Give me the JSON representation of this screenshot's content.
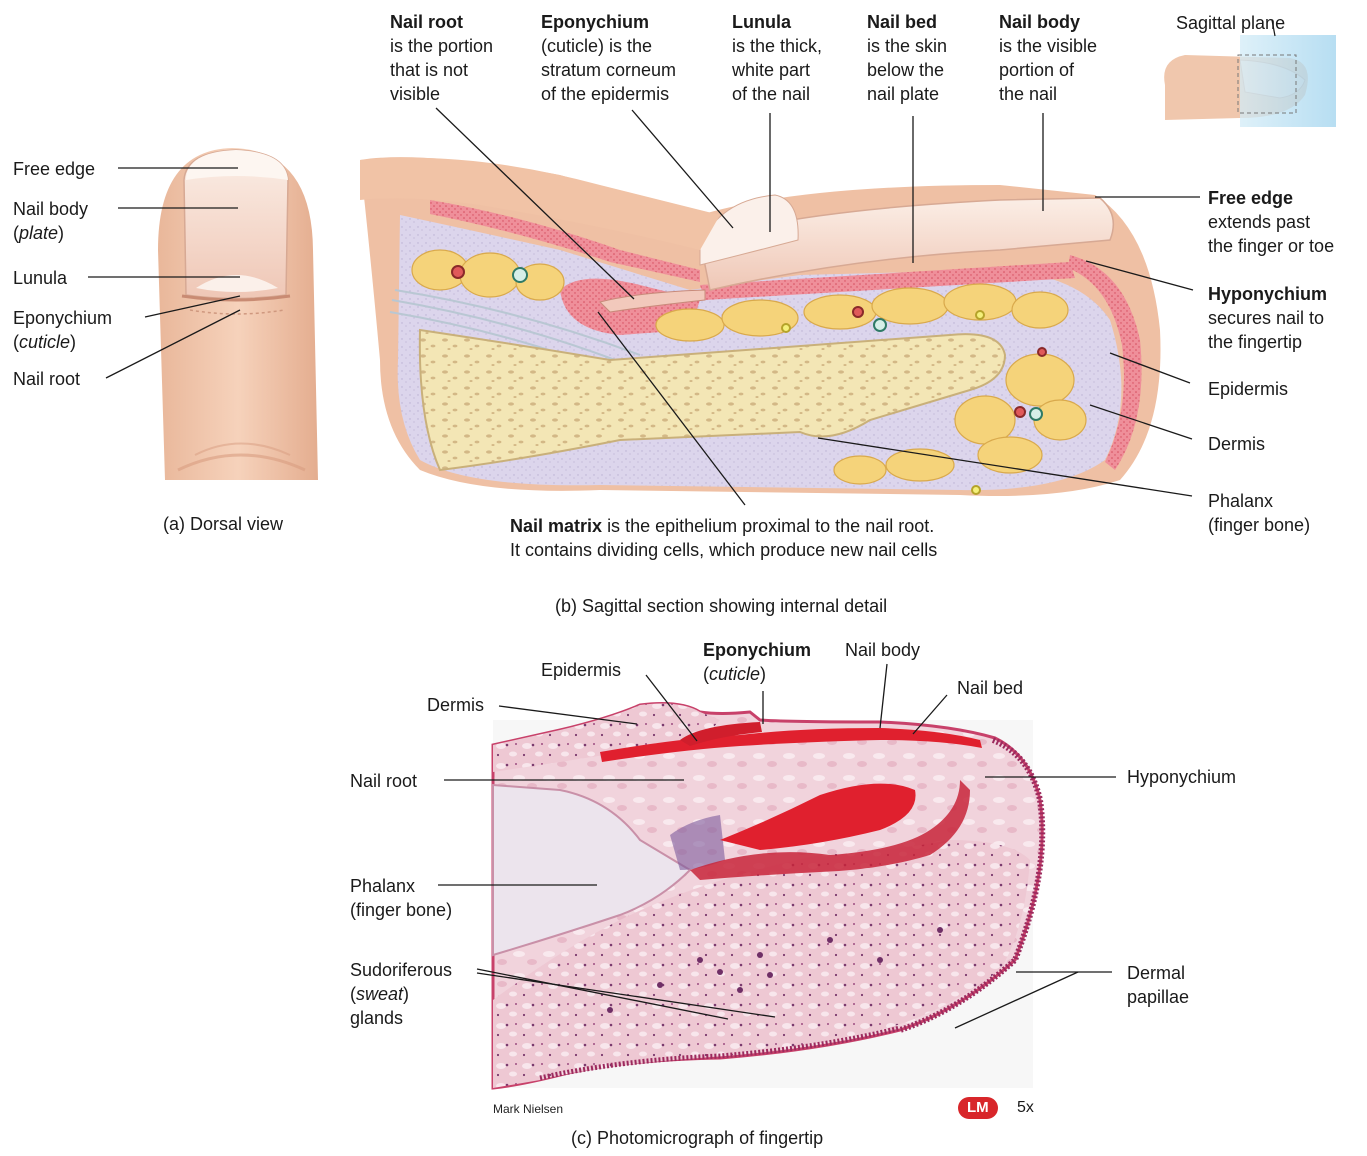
{
  "panel_a": {
    "labels": {
      "free_edge": "Free edge",
      "nail_body": "Nail body",
      "plate": "plate",
      "lunula": "Lunula",
      "eponychium": "Eponychium",
      "cuticle": "cuticle",
      "nail_root": "Nail root"
    },
    "caption": "(a) Dorsal view"
  },
  "panel_b": {
    "top_labels": {
      "nail_root_title": "Nail root",
      "nail_root_desc": [
        "is the portion",
        "that is not",
        "visible"
      ],
      "eponychium_title": "Eponychium",
      "eponychium_desc": [
        "(cuticle) is the",
        "stratum corneum",
        "of the epidermis"
      ],
      "lunula_title": "Lunula",
      "lunula_desc": [
        "is the thick,",
        "white part",
        "of the nail"
      ],
      "nail_bed_title": "Nail bed",
      "nail_bed_desc": [
        "is the skin",
        "below the",
        "nail plate"
      ],
      "nail_body_title": "Nail body",
      "nail_body_desc": [
        "is the visible",
        "portion of",
        "the nail"
      ]
    },
    "sagittal_plane": "Sagittal plane",
    "right_labels": {
      "free_edge_title": "Free edge",
      "free_edge_desc": [
        "extends past",
        "the finger or toe"
      ],
      "hyponychium_title": "Hyponychium",
      "hyponychium_desc": [
        "secures nail to",
        "the fingertip"
      ],
      "epidermis": "Epidermis",
      "dermis": "Dermis",
      "phalanx": [
        "Phalanx",
        "(finger bone)"
      ]
    },
    "nail_matrix_title": "Nail matrix",
    "nail_matrix_desc": [
      "is the epithelium proximal to the nail root.",
      "It contains dividing cells, which produce new nail cells"
    ],
    "caption": "(b) Sagittal section showing internal detail"
  },
  "panel_c": {
    "labels": {
      "epidermis": "Epidermis",
      "dermis": "Dermis",
      "eponychium": "Eponychium",
      "cuticle": "cuticle",
      "nail_body": "Nail body",
      "nail_bed": "Nail bed",
      "nail_root": "Nail root",
      "hyponychium": "Hyponychium",
      "phalanx": [
        "Phalanx",
        "(finger bone)"
      ],
      "sudoriferous": [
        "Sudoriferous",
        "sweat",
        "glands"
      ],
      "dermal_papillae": [
        "Dermal",
        "papillae"
      ]
    },
    "credit": "Mark Nielsen",
    "lm_badge": "LM",
    "magnification": "5x",
    "caption": "(c) Photomicrograph of fingertip"
  },
  "colors": {
    "skin": "#f1c6a8",
    "nail": "#f7ddd0",
    "dermis": "#d9d3ea",
    "epidermis": "#e8707e",
    "bone": "#f3e6b5",
    "fat": "#f5d37a",
    "stain_red": "#e0202e",
    "stain_pink": "#f2b9c7",
    "badge": "#d8262a"
  }
}
